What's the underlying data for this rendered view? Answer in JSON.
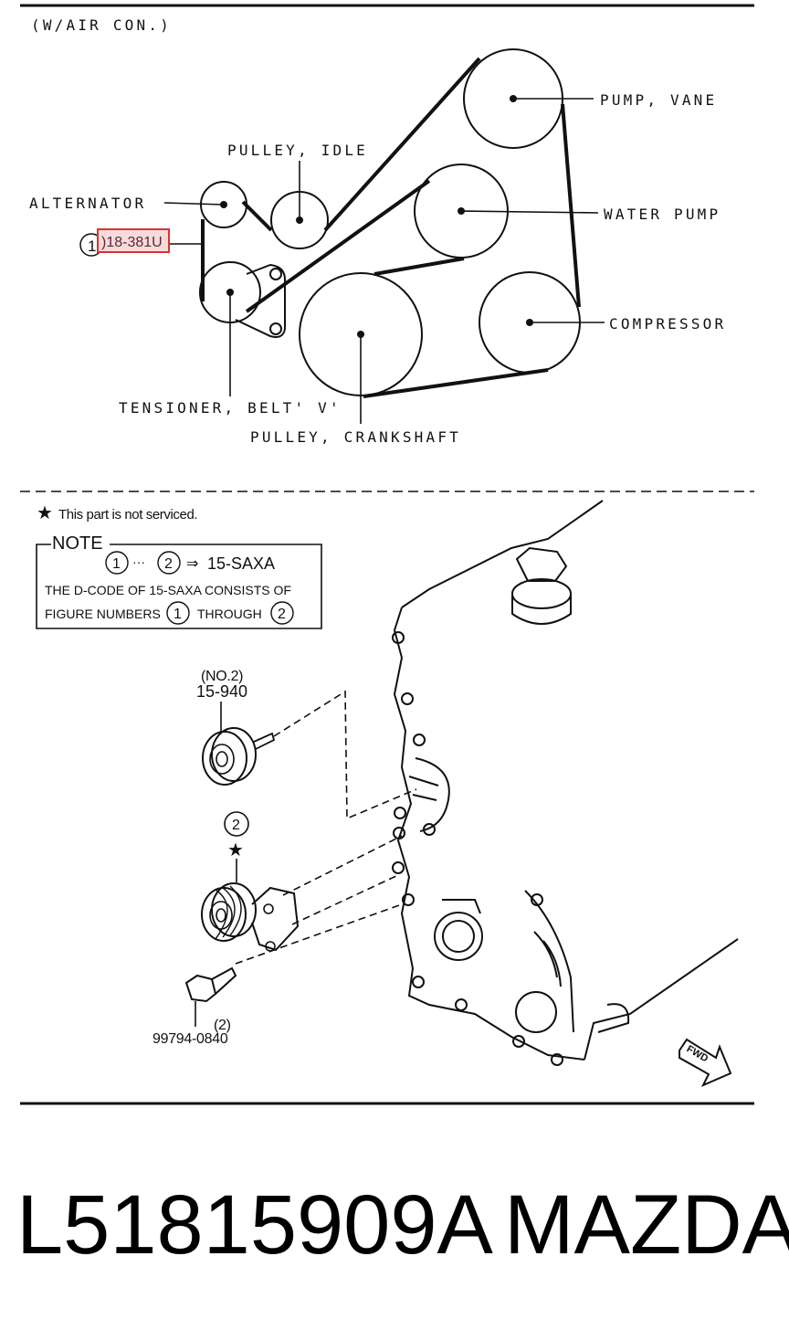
{
  "belt_diagram": {
    "variant": "(W/AIR CON.)",
    "labels": {
      "pump_vane": "PUMP, VANE",
      "pulley_idle": "PULLEY, IDLE",
      "alternator": "ALTERNATOR",
      "water_pump": "WATER PUMP",
      "compressor": "COMPRESSOR",
      "tensioner": "TENSIONER, BELT' V'",
      "crankshaft": "PULLEY, CRANKSHAFT"
    },
    "callout": {
      "number": "1",
      "part_code": ")18-381U"
    }
  },
  "parts_diagram": {
    "service_note": "This part is not serviced.",
    "note_box": {
      "title": "NOTE",
      "ref_start": "1",
      "ellipsis": "···",
      "ref_end": "2",
      "arrow": "⇒",
      "code": "15-SAXA",
      "line2": "THE D-CODE OF 15-SAXA CONSISTS OF",
      "line3_start": "FIGURE NUMBERS",
      "line3_ref1": "1",
      "line3_mid": "THROUGH",
      "line3_ref2": "2"
    },
    "idler": {
      "qualifier": "(NO.2)",
      "part_number": "15-940"
    },
    "tensioner_ref": {
      "number": "2",
      "mark": "★"
    },
    "bolt": {
      "qty": "(2)",
      "part_number": "99794-0840"
    },
    "direction": "FWD"
  },
  "footer": {
    "part_number": "L51815909A",
    "brand": "MAZDA"
  }
}
